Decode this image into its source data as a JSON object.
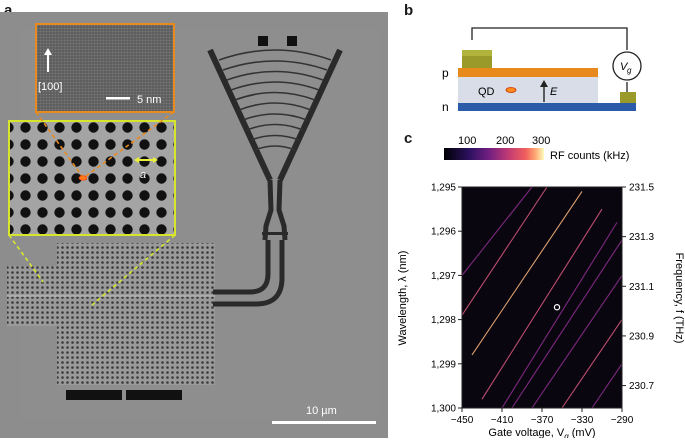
{
  "panels": {
    "a": "a",
    "b": "b",
    "c": "c"
  },
  "sem": {
    "direction_label": "[100]",
    "inset_scale_label": "5 nm",
    "lattice_label": "a",
    "main_scale_label": "10 µm"
  },
  "circuit": {
    "p_label": "p",
    "n_label": "n",
    "qd_label": "QD",
    "field_label": "E",
    "vg_label": "V",
    "vg_sub": "g"
  },
  "colorbar": {
    "ticks": [
      "100",
      "200",
      "300"
    ],
    "label": "RF counts (kHz)"
  },
  "chart_data": {
    "type": "heatmap",
    "xlabel": "Gate voltage, V",
    "xlabel_sub": "g",
    "xlabel_unit": " (mV)",
    "ylabel": "Wavelength, λ (nm)",
    "ylabel_right": "Frequency, f (THz)",
    "xlim": [
      -450,
      -290
    ],
    "ylim": [
      1295,
      1300
    ],
    "x_ticks": [
      "−450",
      "−410",
      "−370",
      "−330",
      "−290"
    ],
    "y_ticks": [
      "1,295",
      "1,296",
      "1,297",
      "1,298",
      "1,299",
      "1,300"
    ],
    "y_right_ticks": [
      "231.5",
      "231.3",
      "231.1",
      "230.9",
      "230.7"
    ],
    "y_right_tick_values": [
      231.5,
      231.3,
      231.1,
      230.9,
      230.7
    ],
    "lines": [
      {
        "x": [
          -450,
          -380
        ],
        "y": [
          1297.0,
          1295.0
        ],
        "intensity": 0.5
      },
      {
        "x": [
          -450,
          -365
        ],
        "y": [
          1297.9,
          1295.0
        ],
        "intensity": 0.65
      },
      {
        "x": [
          -440,
          -330
        ],
        "y": [
          1298.8,
          1295.1
        ],
        "intensity": 0.9
      },
      {
        "x": [
          -430,
          -310
        ],
        "y": [
          1299.8,
          1295.5
        ],
        "intensity": 0.75
      },
      {
        "x": [
          -410,
          -295
        ],
        "y": [
          1300.0,
          1295.8
        ],
        "intensity": 0.55
      },
      {
        "x": [
          -400,
          -290
        ],
        "y": [
          1300.0,
          1296.2
        ],
        "intensity": 0.6
      },
      {
        "x": [
          -380,
          -290
        ],
        "y": [
          1300.0,
          1297.0
        ],
        "intensity": 0.5
      },
      {
        "x": [
          -350,
          -290
        ],
        "y": [
          1300.0,
          1298.0
        ],
        "intensity": 0.7
      },
      {
        "x": [
          -320,
          -290
        ],
        "y": [
          1300.0,
          1299.0
        ],
        "intensity": 0.45
      }
    ],
    "marker": {
      "x": -355,
      "y": 1297.72
    }
  }
}
